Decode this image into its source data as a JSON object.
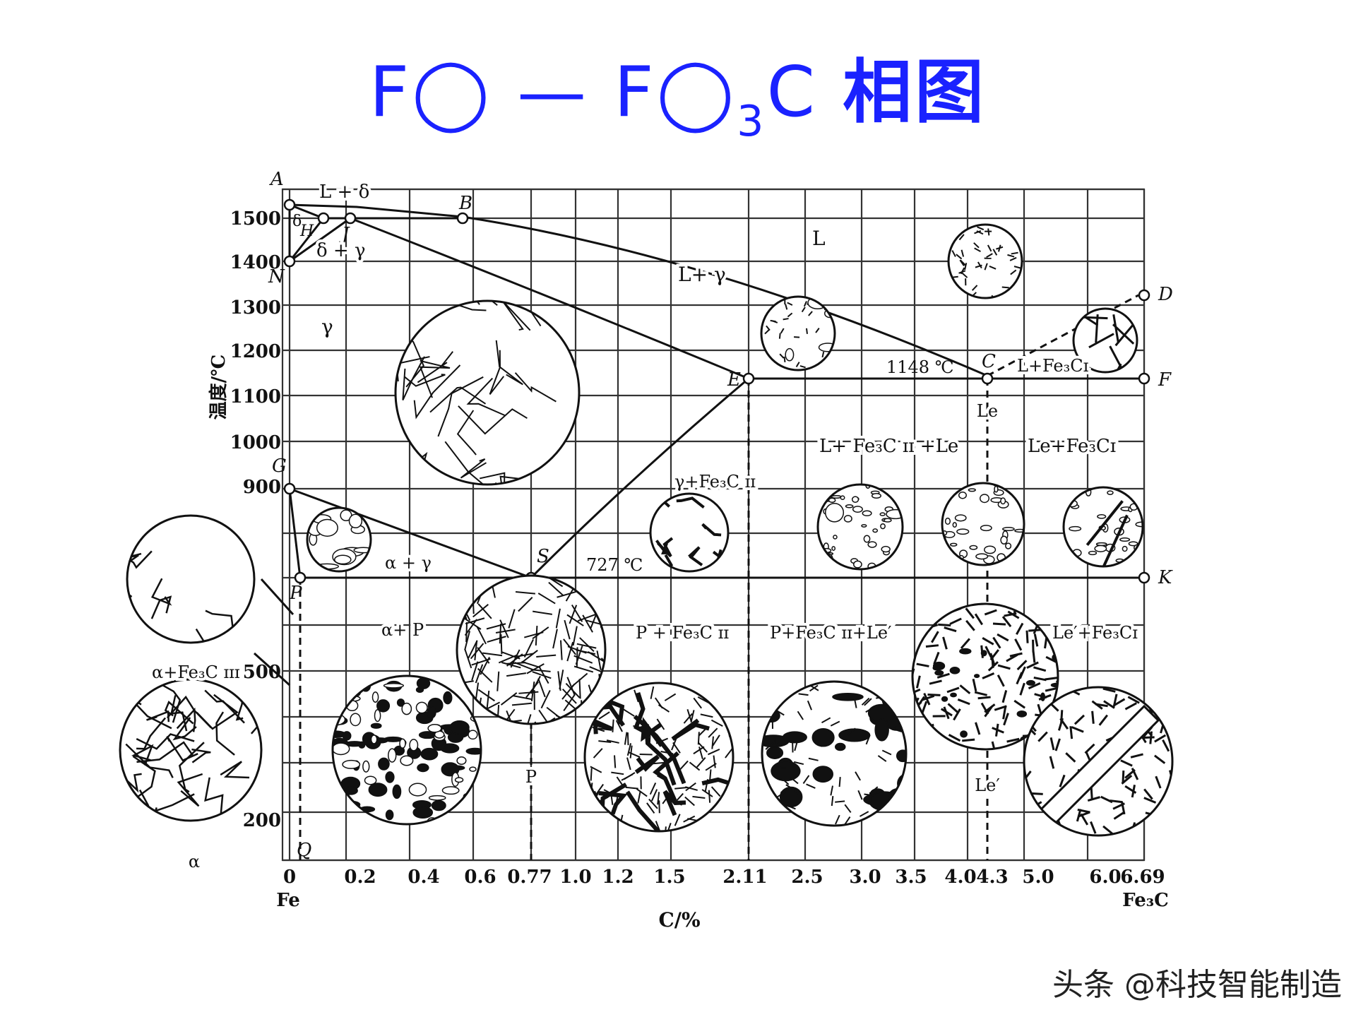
{
  "title": {
    "part1": "F◯ — F◯",
    "sub": "3",
    "part2": "C",
    "cjk": "相图"
  },
  "diagram": {
    "y_axis_label": "温度/℃",
    "x_axis_label": "C/%",
    "x_ticks": [
      "0",
      "0.2",
      "0.4",
      "0.6",
      "0.77",
      "1.0",
      "1.2",
      "1.5",
      "2.11",
      "2.5",
      "3.0",
      "3.5",
      "4.0",
      "4.3",
      "5.0",
      "6.0",
      "6.69"
    ],
    "y_ticks": [
      "1500",
      "1400",
      "1300",
      "1200",
      "1100",
      "1000",
      "900",
      "500",
      "200"
    ],
    "x_endpoints": {
      "left": "Fe",
      "right": "Fe₃C"
    },
    "points": {
      "A": "A",
      "B": "B",
      "C": "C",
      "D": "D",
      "E": "E",
      "F": "F",
      "G": "G",
      "H": "H",
      "J": "J",
      "K": "K",
      "N": "N",
      "P": "P",
      "Q": "Q",
      "S": "S"
    },
    "temperatures": {
      "eutectic": "1148 ℃",
      "eutectoid": "727 ℃"
    },
    "phase_labels": {
      "L_delta": "L + δ",
      "delta": "δ",
      "delta_gamma": "δ + γ",
      "L": "L",
      "L_gamma": "L+ γ",
      "gamma": "γ",
      "L_Fe3CI": "L+Fe₃Cɪ",
      "Le": "Le",
      "L_Fe3CII_Le": "L+ Fe₃C ɪɪ +Le",
      "Le_Fe3CI": "Le+Fe₃Cɪ",
      "gamma_Fe3CII": "γ+Fe₃C ɪɪ",
      "alpha_gamma": "α + γ",
      "alpha_P": "α+ P",
      "P_Fe3CII": "P + Fe₃C ɪɪ",
      "P_Fe3CII_Le2": "P+Fe₃C ɪɪ+Le′",
      "Le2_Fe3CI": "Le′+Fe₃Cɪ",
      "alpha_Fe3CIII": "α+Fe₃C ɪɪɪ",
      "alpha": "α",
      "P": "P",
      "Le2": "Le′"
    }
  },
  "watermark": "头条 @科技智能制造"
}
